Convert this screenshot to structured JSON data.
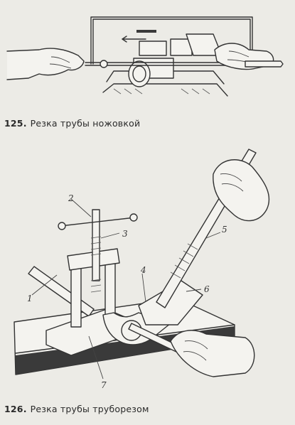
{
  "figures": [
    {
      "number": "125.",
      "caption": "Резка трубы ножовкой"
    },
    {
      "number": "126.",
      "caption": "Резка трубы труборезом",
      "callouts": [
        "1",
        "2",
        "3",
        "4",
        "5",
        "6",
        "7"
      ]
    }
  ]
}
